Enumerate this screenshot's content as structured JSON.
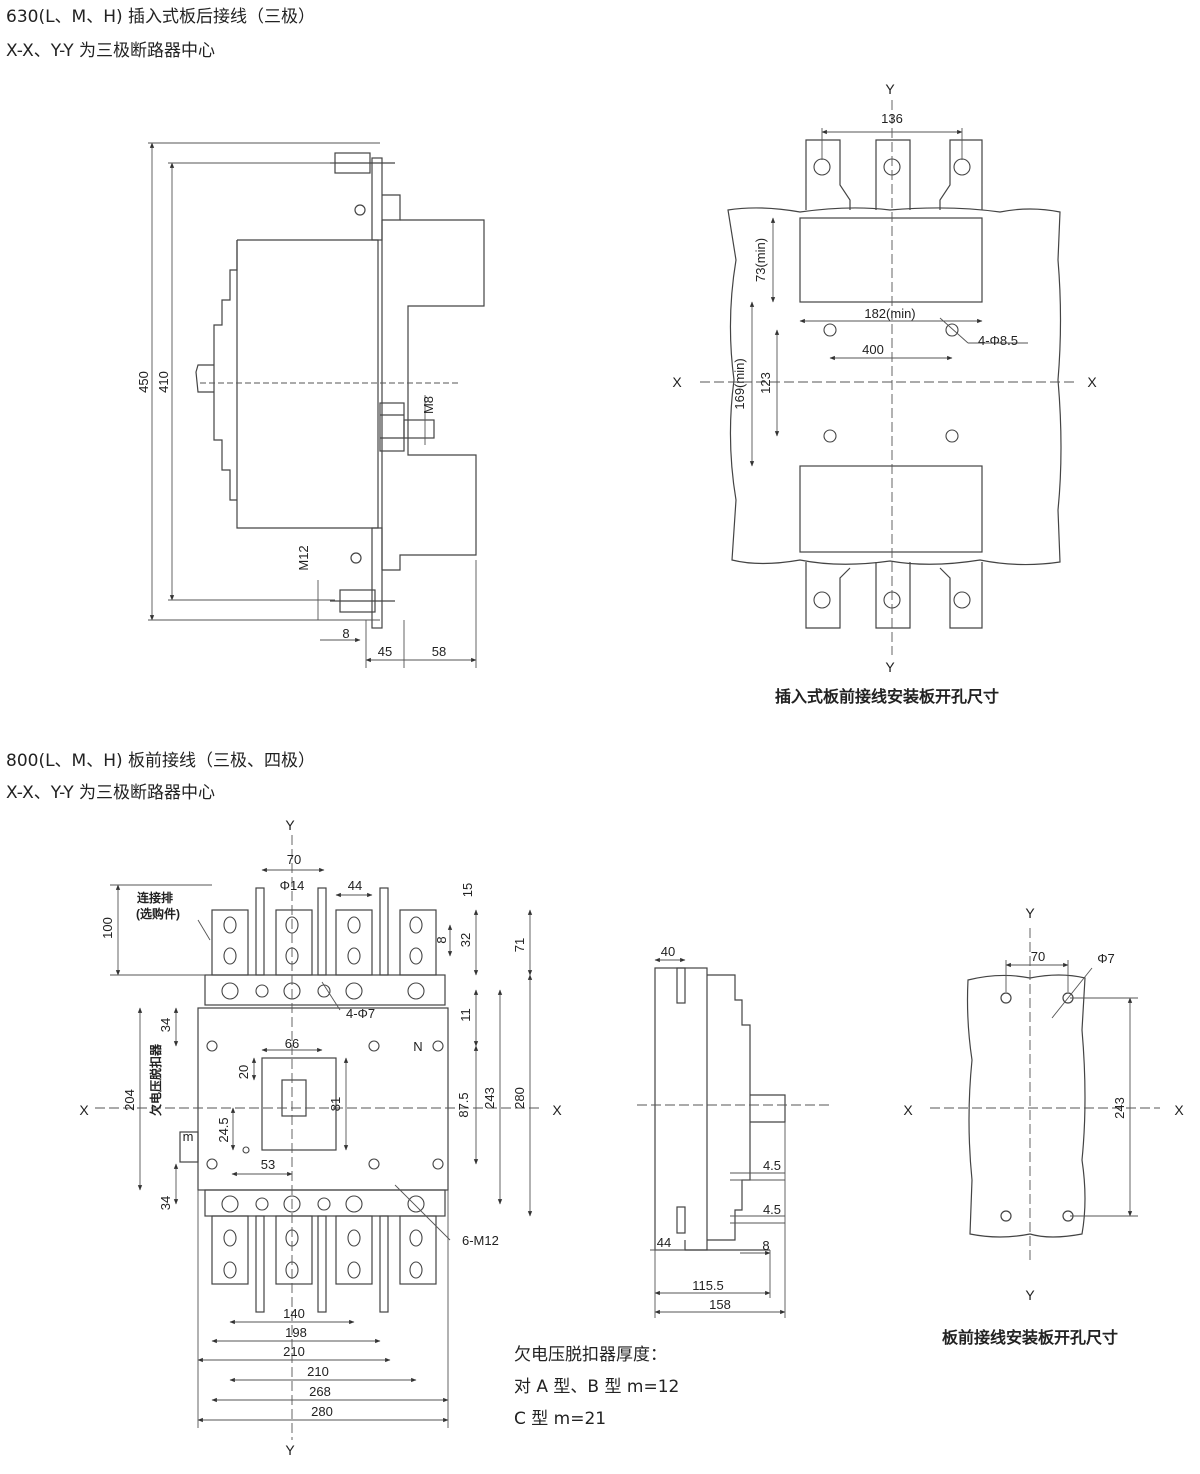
{
  "section1": {
    "title": "630(L、M、H) 插入式板后接线（三极）",
    "subtitle": "X-X、Y-Y 为三极断路器中心",
    "side_view": {
      "dims": [
        "450",
        "410",
        "M8",
        "M12",
        "8",
        "45",
        "58"
      ]
    },
    "panel_cutout": {
      "caption": "插入式板前接线安装板开孔尺寸",
      "axis_labels": {
        "top": "Y",
        "bottom": "Y",
        "left": "X",
        "right": "X"
      },
      "dims": [
        "136",
        "73(min)",
        "182(min)",
        "4-Φ8.5",
        "400",
        "169(min)",
        "123"
      ]
    }
  },
  "section2": {
    "title": "800(L、M、H) 板前接线（三极、四极）",
    "subtitle": "X-X、Y-Y 为三极断路器中心",
    "front_view": {
      "axis_labels": {
        "top": "Y",
        "bottom": "Y",
        "left": "X",
        "right": "X"
      },
      "labels": [
        "连接排",
        "(选购件)",
        "欠电压脱扣器",
        "N",
        "m",
        "4-Φ7",
        "6-M12"
      ],
      "dims": [
        "70",
        "Φ14",
        "44",
        "15",
        "100",
        "8",
        "32",
        "71",
        "11",
        "34",
        "66",
        "20",
        "81",
        "204",
        "24.5",
        "53",
        "87.5",
        "243",
        "280",
        "34",
        "140",
        "198",
        "210",
        "210",
        "268",
        "280"
      ]
    },
    "side_view": {
      "dims": [
        "40",
        "4.5",
        "4.5",
        "44",
        "8",
        "115.5",
        "158"
      ]
    },
    "panel_cutout": {
      "caption": "板前接线安装板开孔尺寸",
      "axis_labels": {
        "top": "Y",
        "bottom": "Y",
        "left": "X",
        "right": "X"
      },
      "dims": [
        "70",
        "Φ7",
        "243"
      ]
    },
    "note": {
      "line1": "欠电压脱扣器厚度：",
      "line2": "对 A 型、B 型 m=12",
      "line3": "C 型 m=21"
    }
  }
}
